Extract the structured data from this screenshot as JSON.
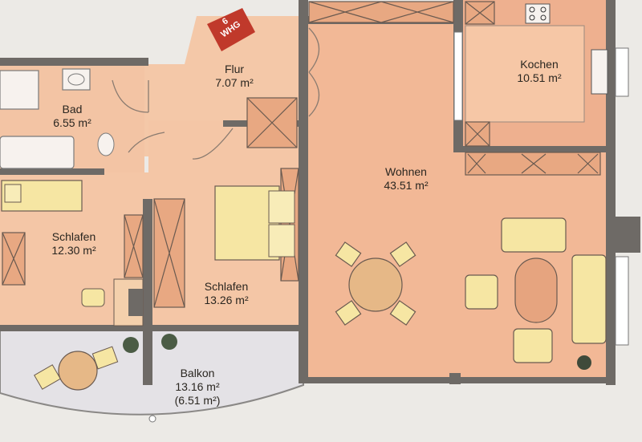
{
  "entrance_marker": {
    "number": "6",
    "code": "WHG"
  },
  "rooms": [
    {
      "id": "flur",
      "name": "Flur",
      "area": "7.07 m²",
      "extra": ""
    },
    {
      "id": "bad",
      "name": "Bad",
      "area": "6.55 m²",
      "extra": ""
    },
    {
      "id": "kochen",
      "name": "Kochen",
      "area": "10.51 m²",
      "extra": ""
    },
    {
      "id": "wohnen",
      "name": "Wohnen",
      "area": "43.51 m²",
      "extra": ""
    },
    {
      "id": "schlafen-1",
      "name": "Schlafen",
      "area": "12.30 m²",
      "extra": ""
    },
    {
      "id": "schlafen-2",
      "name": "Schlafen",
      "area": "13.26 m²",
      "extra": ""
    },
    {
      "id": "balkon",
      "name": "Balkon",
      "area": "13.16 m²",
      "extra": "(6.51 m²)"
    }
  ],
  "colors": {
    "wall": "#6e6a66",
    "room_fill": "#f4c7a6",
    "living_fill": "#f2b896",
    "kitchen_fill": "#edb08e",
    "balcony_fill": "#e6e4e6",
    "furniture": "#f5e7a6",
    "table": "#e6b887",
    "cabinet": "#e6a47f",
    "entrance_marker": "#c0392b"
  }
}
